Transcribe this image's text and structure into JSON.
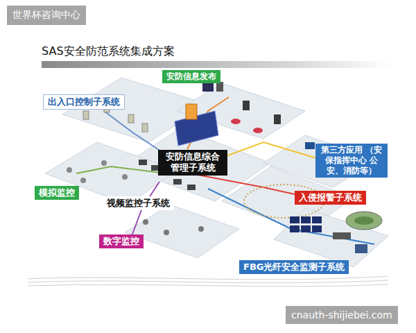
{
  "diagram": {
    "title": "SAS安全防范系统集成方案",
    "nodes": [
      {
        "text": [
          "安防信息发布"
        ]
      },
      {
        "text": [
          "出入口控制子系统"
        ]
      },
      {
        "text": [
          "安防信息综合 管理子系统"
        ]
      },
      {
        "text": [
          "第三方应用 （安保指挥中心 公安、消防等）"
        ]
      },
      {
        "text": [
          "入侵报警子系统"
        ]
      },
      {
        "text": [
          "模拟监控"
        ]
      },
      {
        "text": [
          "视频监控子系统"
        ]
      },
      {
        "text": [
          "数字监控"
        ]
      },
      {
        "text": [
          "FBG光纤安全监测子系统"
        ]
      }
    ],
    "labels": [
      "世界杯咨询中心",
      "cnauth-shijiebei.com"
    ]
  }
}
